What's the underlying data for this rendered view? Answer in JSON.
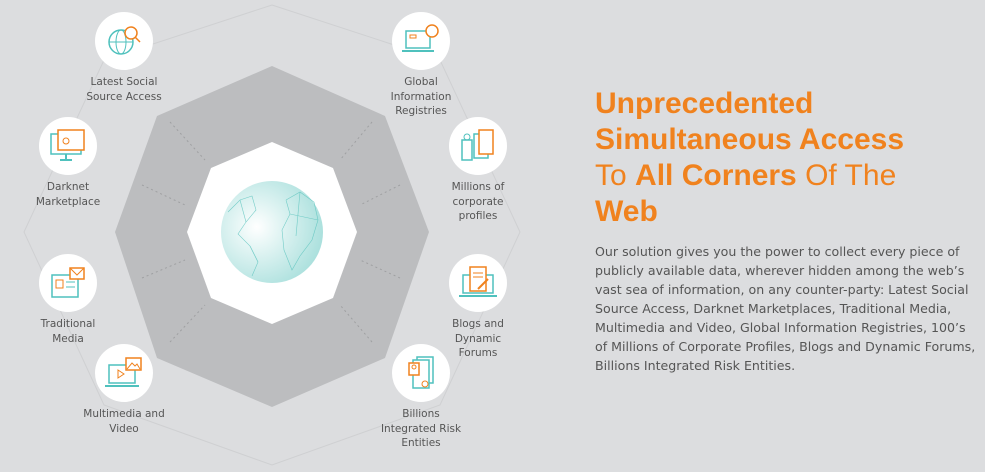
{
  "diagram": {
    "center_icon": "globe-network-icon",
    "nodes": [
      {
        "label_lines": [
          "Latest Social",
          "Source Access"
        ],
        "icon": "globe-search-icon"
      },
      {
        "label_lines": [
          "Global",
          "Information",
          "Registries"
        ],
        "icon": "laptop-globe-icon"
      },
      {
        "label_lines": [
          "Darknet",
          "Marketplace"
        ],
        "icon": "monitor-shop-icon"
      },
      {
        "label_lines": [
          "Millions of",
          "corporate",
          "profiles"
        ],
        "icon": "id-badge-documents-icon"
      },
      {
        "label_lines": [
          "Traditional",
          "Media"
        ],
        "icon": "newspaper-mail-icon"
      },
      {
        "label_lines": [
          "Blogs and",
          "Dynamic",
          "Forums"
        ],
        "icon": "laptop-document-pen-icon"
      },
      {
        "label_lines": [
          "Multimedia and",
          "Video"
        ],
        "icon": "laptop-video-image-icon"
      },
      {
        "label_lines": [
          "Billions",
          "Integrated Risk",
          "Entities"
        ],
        "icon": "profile-documents-icon"
      }
    ]
  },
  "headline": {
    "line1": "Unprecedented",
    "line2": "Simultaneous Access",
    "line3_a": "To",
    "line3_b": "All Corners",
    "line3_c": "Of The",
    "line4": "Web"
  },
  "body": "Our solution gives you the power to collect every piece of publicly available data, wherever hidden among the web’s vast sea of information, on any counter-party: Latest Social Source Access, Darknet Marketplaces, Traditional Media, Multimedia and Video, Global Information Registries, 100’s of Millions of Corporate Profiles, Blogs and Dynamic Forums, Billions Integrated Risk Entities.",
  "colors": {
    "accent": "#f0821e",
    "teal": "#4fc1bd",
    "background": "#dcdddf",
    "octagon": "#bcbdbf"
  }
}
